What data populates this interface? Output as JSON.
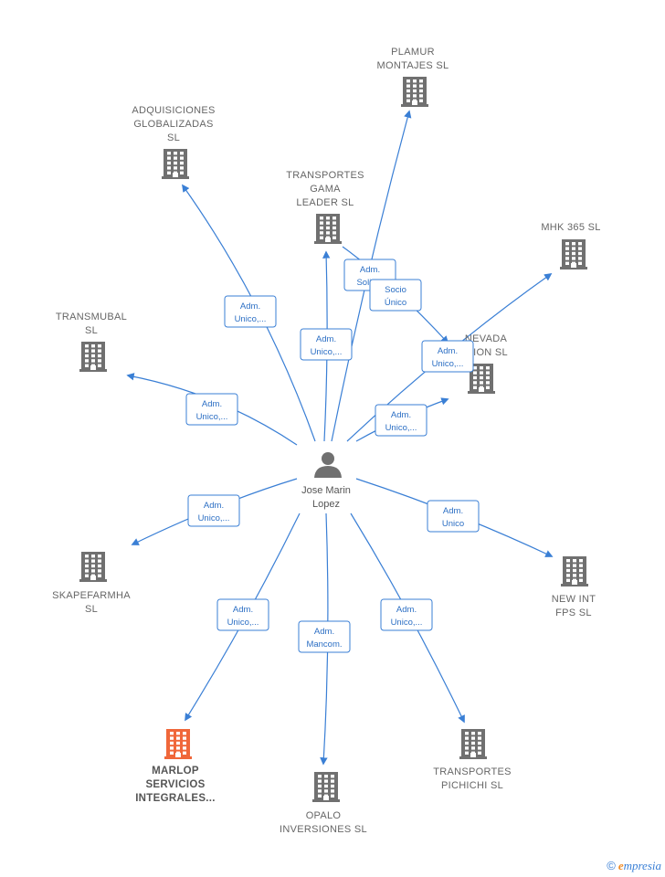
{
  "person": {
    "name_lines": [
      "Jose Marin",
      "Lopez"
    ]
  },
  "nodes": [
    {
      "id": "plamur",
      "label_lines": [
        "PLAMUR",
        "MONTAJES SL"
      ],
      "highlight": false
    },
    {
      "id": "adquisiciones",
      "label_lines": [
        "ADQUISICIONES",
        "GLOBALIZADAS",
        "SL"
      ],
      "highlight": false
    },
    {
      "id": "transportes-gama",
      "label_lines": [
        "TRANSPORTES",
        "GAMA",
        "LEADER  SL"
      ],
      "highlight": false
    },
    {
      "id": "mhk",
      "label_lines": [
        "MHK 365  SL"
      ],
      "highlight": false
    },
    {
      "id": "transmubal",
      "label_lines": [
        "TRANSMUBAL",
        "SL"
      ],
      "highlight": false
    },
    {
      "id": "nevada",
      "label_lines": [
        "NEVADA",
        "...ION  SL"
      ],
      "highlight": false
    },
    {
      "id": "skapefarmha",
      "label_lines": [
        "SKAPEFARMHA",
        "SL"
      ],
      "highlight": false
    },
    {
      "id": "new-int",
      "label_lines": [
        "NEW INT",
        "FPS SL"
      ],
      "highlight": false
    },
    {
      "id": "marlop",
      "label_lines": [
        "MARLOP",
        "SERVICIOS",
        "INTEGRALES..."
      ],
      "highlight": true
    },
    {
      "id": "opalo",
      "label_lines": [
        "OPALO",
        "INVERSIONES SL"
      ],
      "highlight": false
    },
    {
      "id": "transportes-pichichi",
      "label_lines": [
        "TRANSPORTES",
        "PICHICHI  SL"
      ],
      "highlight": false
    }
  ],
  "edges": [
    {
      "to": "plamur",
      "label_lines": [
        "Adm.",
        "Solid..."
      ]
    },
    {
      "to": "adquisiciones",
      "label_lines": [
        "Adm.",
        "Unico,..."
      ]
    },
    {
      "to": "transportes-gama",
      "label_lines": [
        "Adm.",
        "Unico,..."
      ]
    },
    {
      "to": "mhk",
      "label_lines": [
        "Adm.",
        "Unico,..."
      ]
    },
    {
      "to": "transmubal",
      "label_lines": [
        "Adm.",
        "Unico,..."
      ]
    },
    {
      "to": "nevada",
      "label_lines": [
        "Adm.",
        "Unico,..."
      ]
    },
    {
      "to": "nevada-socio",
      "label_lines": [
        "Socio",
        "Único"
      ]
    },
    {
      "to": "skapefarmha",
      "label_lines": [
        "Adm.",
        "Unico,..."
      ]
    },
    {
      "to": "new-int",
      "label_lines": [
        "Adm.",
        "Unico"
      ]
    },
    {
      "to": "marlop",
      "label_lines": [
        "Adm.",
        "Unico,..."
      ]
    },
    {
      "to": "opalo",
      "label_lines": [
        "Adm.",
        "Mancom."
      ]
    },
    {
      "to": "transportes-pichichi",
      "label_lines": [
        "Adm.",
        "Unico,..."
      ]
    }
  ],
  "colors": {
    "edge": "#3a7fd5",
    "building": "#707070",
    "building_highlight": "#f0673a"
  },
  "icons": {
    "company": "building-icon",
    "person": "person-icon",
    "copyright": "copyright-icon"
  },
  "footer": {
    "copyright": "©",
    "brand_initial": "e",
    "brand_rest": "mpresia"
  }
}
